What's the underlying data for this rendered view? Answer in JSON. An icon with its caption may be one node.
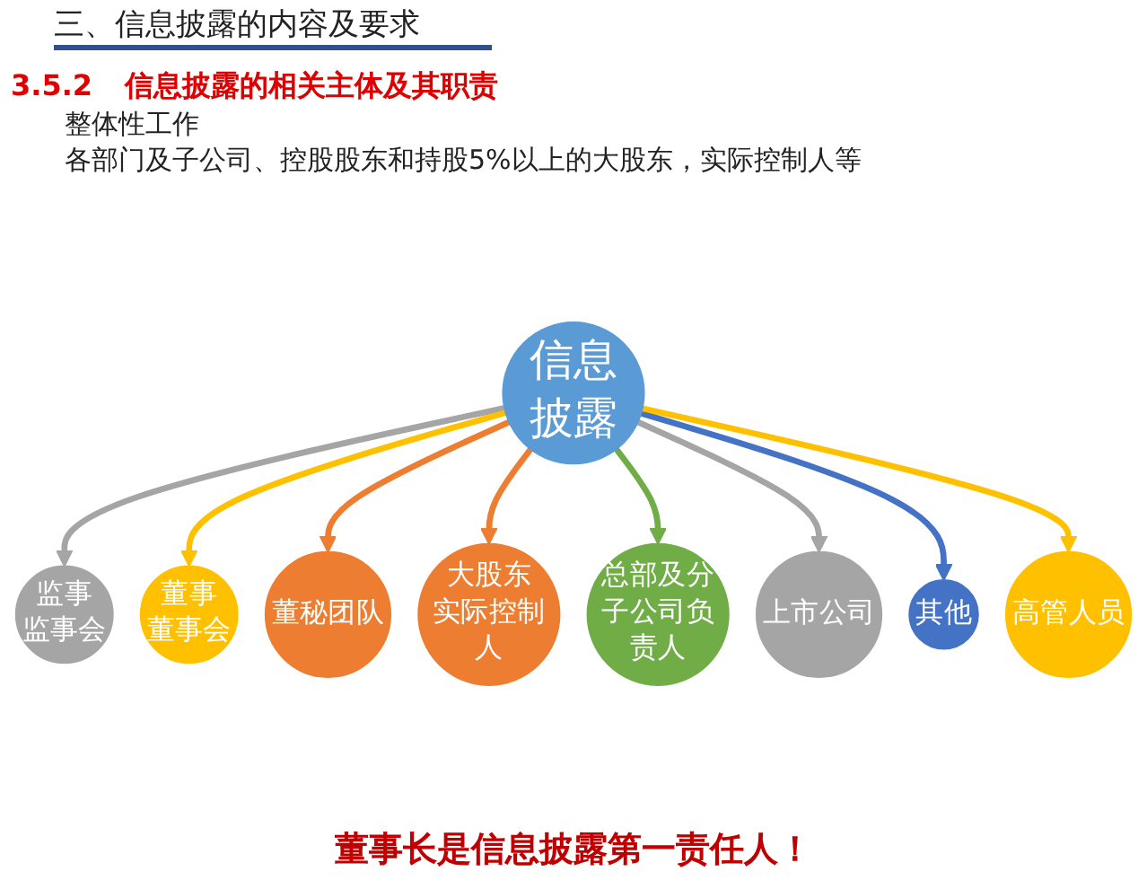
{
  "diagram": {
    "title": "三、信息披露的内容及要求",
    "caption": "董事长是信息披露第一责任人！",
    "labels": [
      "3.5.2",
      "信息披露的相关主体及其职责",
      "整体性工作",
      "各部门及子公司、控股股东和持股5%以上的大股东，实际控制人等"
    ],
    "nodes": [
      {
        "text": [
          "大股东",
          "实际控制人"
        ]
      },
      {
        "text": [
          "董事",
          "董事会"
        ]
      },
      {
        "text": [
          "上市公司"
        ]
      },
      {
        "text": [
          "监事",
          "监事会"
        ]
      },
      {
        "text": [
          "信息披露"
        ]
      },
      {
        "text": [
          "高管人员"
        ]
      },
      {
        "text": [
          "董秘团队"
        ]
      },
      {
        "text": [
          "其他"
        ]
      },
      {
        "text": [
          "总部及分子公司负责人"
        ]
      }
    ],
    "edges": [
      {
        "from": 4,
        "to": 3,
        "arrow": "to",
        "color": "#a5a5a5"
      },
      {
        "from": 4,
        "to": 1,
        "arrow": "to",
        "color": "#ffc000"
      },
      {
        "from": 4,
        "to": 6,
        "arrow": "to",
        "color": "#ed7d31"
      },
      {
        "from": 4,
        "to": 0,
        "arrow": "to",
        "color": "#ed7d31"
      },
      {
        "from": 4,
        "to": 8,
        "arrow": "to",
        "color": "#70ad47"
      },
      {
        "from": 4,
        "to": 2,
        "arrow": "to",
        "color": "#a5a5a5"
      },
      {
        "from": 4,
        "to": 7,
        "arrow": "to",
        "color": "#4472c4"
      },
      {
        "from": 4,
        "to": 5,
        "arrow": "to",
        "color": "#ffc000"
      }
    ]
  }
}
